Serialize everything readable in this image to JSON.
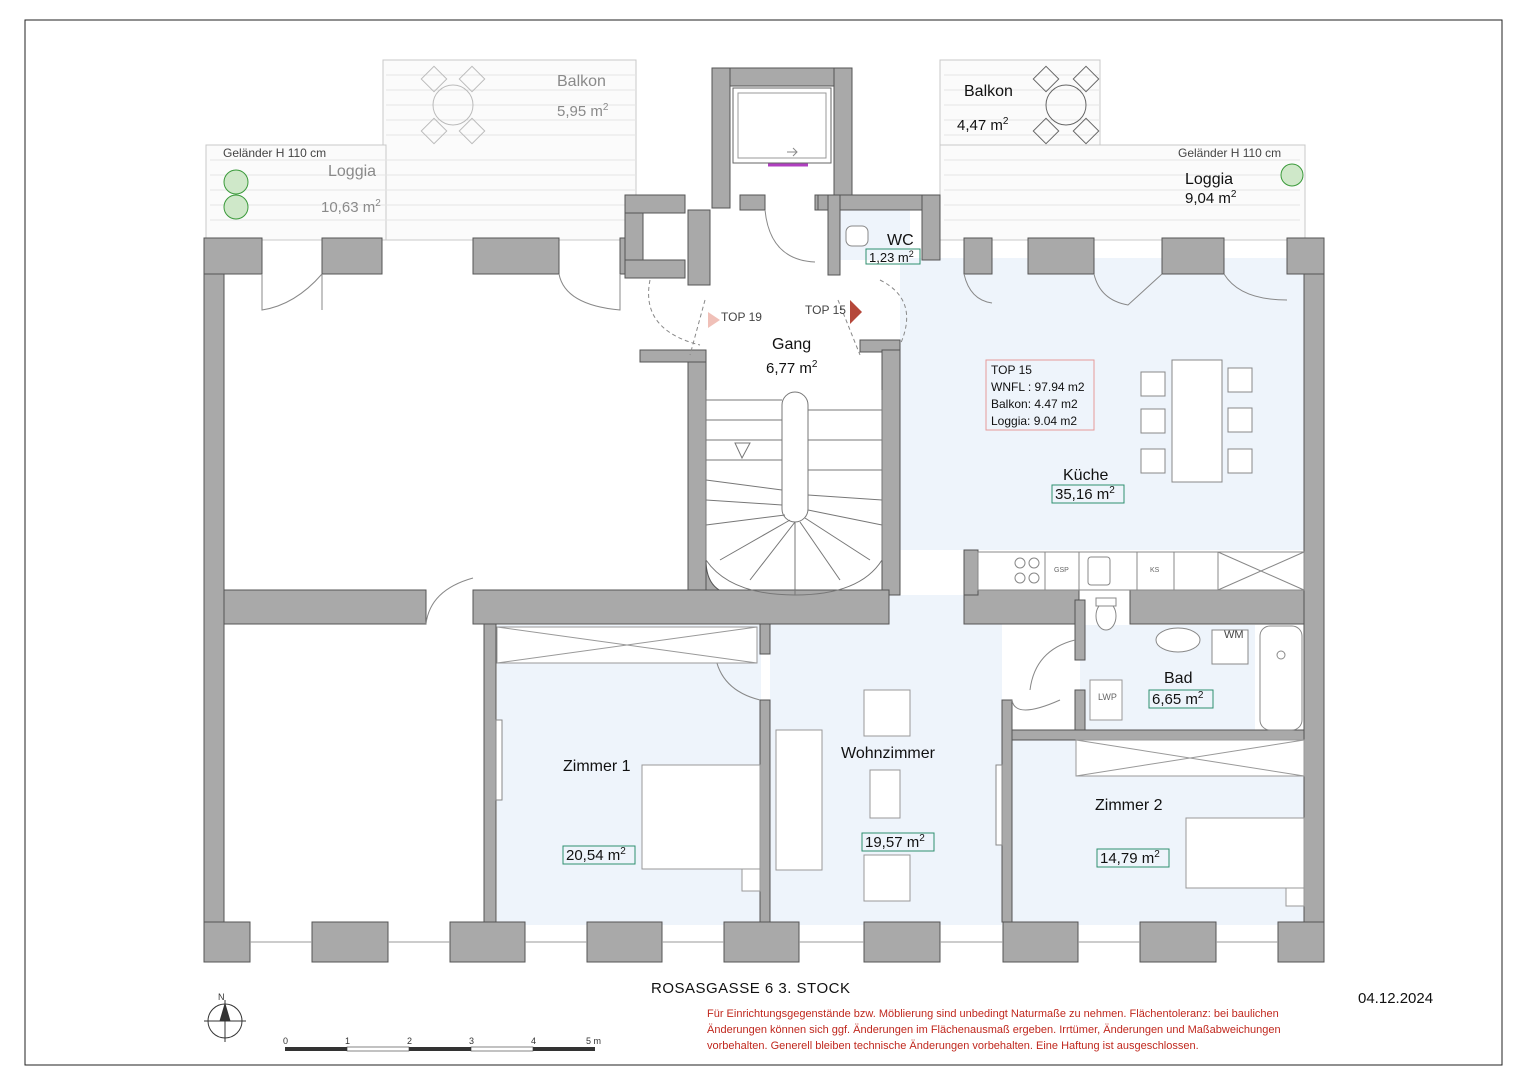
{
  "plan": {
    "address_line": "ROSASGASSE   6   3. STOCK",
    "date": "04.12.2024",
    "disclaimer": [
      "Für Einrichtungsgegenstände bzw. Möblierung sind unbedingt Naturmaße zu nehmen.  Flächentoleranz: bei baulichen",
      "Änderungen können sich ggf. Änderungen im Flächenausmaß ergeben. Irrtümer, Änderungen und Maßabweichungen",
      "vorbehalten. Generell bleiben technische Änderungen vorbehalten. Eine Haftung ist ausgeschlossen."
    ],
    "north_label": "N",
    "scale": {
      "ticks": [
        "0",
        "1",
        "2",
        "3",
        "4",
        "5 m"
      ]
    },
    "unit_superscript": "2"
  },
  "unit_info": {
    "lines": [
      "TOP 15",
      "WNFL : 97.94 m2",
      "Balkon: 4.47 m2",
      "Loggia: 9.04 m2"
    ]
  },
  "top_labels": {
    "top19": "TOP 19",
    "top15": "TOP 15"
  },
  "railing": {
    "left": "Geländer H 110 cm",
    "right": "Geländer H 110 cm"
  },
  "rooms": {
    "balkon_left": {
      "name": "Balkon",
      "area": "5,95 m"
    },
    "loggia_left": {
      "name": "Loggia",
      "area": "10,63 m"
    },
    "balkon_right": {
      "name": "Balkon",
      "area": "4,47 m"
    },
    "loggia_right": {
      "name": "Loggia",
      "area": "9,04 m"
    },
    "wc": {
      "name": "WC",
      "area": "1,23 m"
    },
    "gang": {
      "name": "Gang",
      "area": "6,77 m"
    },
    "kueche": {
      "name": "Küche",
      "area": "35,16 m"
    },
    "bad": {
      "name": "Bad",
      "area": "6,65 m"
    },
    "zimmer1": {
      "name": "Zimmer 1",
      "area": "20,54 m"
    },
    "wohnzimmer": {
      "name": "Wohnzimmer",
      "area": "19,57 m"
    },
    "zimmer2": {
      "name": "Zimmer 2",
      "area": "14,79 m"
    }
  },
  "fixtures": {
    "gsp": "GSP",
    "ks": "KS",
    "wm": "WM",
    "lwp": "LWP"
  },
  "colors": {
    "wall": "#a9a9a9",
    "unit_fill": "#eef4fb",
    "label_box": "#2f8f6f",
    "disclaimer": "#c0281e",
    "plant": "#3a9a3a",
    "door_marker": "#b5473a"
  }
}
